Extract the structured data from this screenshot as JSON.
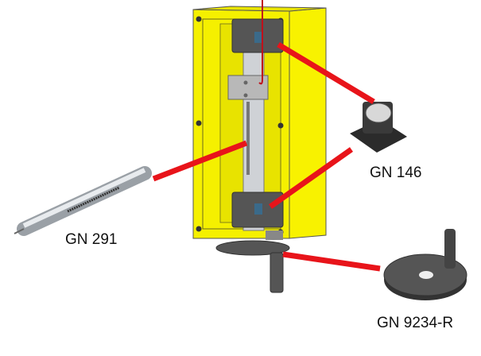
{
  "labels": {
    "clamp": "GN 146",
    "rod": "GN 291",
    "handwheel": "GN 9234-R"
  },
  "colors": {
    "housing": "#f5f000",
    "arrow": "#e8141a",
    "part_dark": "#4a4a4a",
    "rod_silver": "#c8ccd0"
  }
}
